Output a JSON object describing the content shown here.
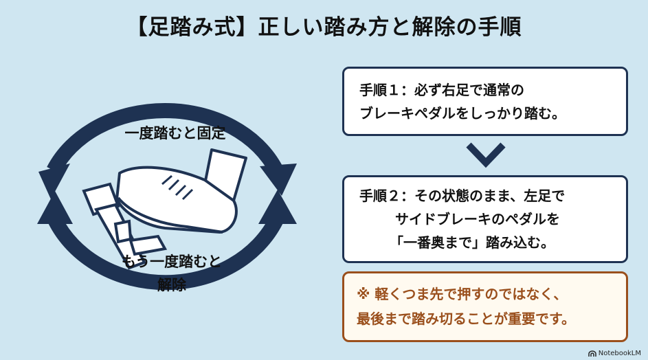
{
  "title": "【足踏み式】正しい踏み方と解除の手順",
  "cycle": {
    "top_label": "一度踏むと固定",
    "bottom_label_line1": "もう一度踏むと",
    "bottom_label_line2": "解除"
  },
  "steps": [
    {
      "line1": "手順１：必ず右足で通常の",
      "line2": "ブレーキペダルをしっかり踏む。"
    },
    {
      "line1": "手順２：その状態のまま、左足で",
      "line2": "サイドブレーキのペダルを",
      "line3": "「一番奥まで」踏み込む。"
    }
  ],
  "note": {
    "line1": "※ 軽くつま先で押すのではなく、",
    "line2": "最後まで踏み切ることが重要です。"
  },
  "brand": "NotebookLM",
  "colors": {
    "background": "#cfe6f1",
    "navy": "#1e3252",
    "note_accent": "#9a4f1c"
  }
}
